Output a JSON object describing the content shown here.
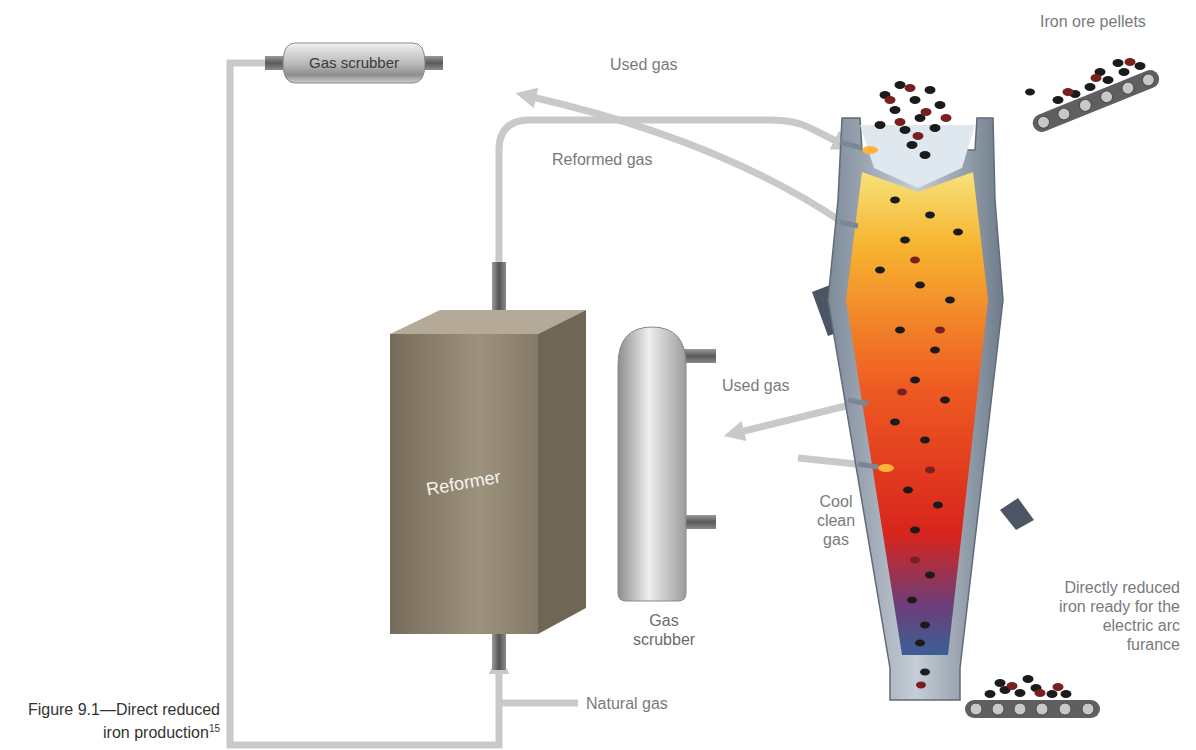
{
  "diagram": {
    "caption": "Figure 9.1—Direct reduced iron production",
    "nodes": [
      {
        "text": [
          "Gas scrubber"
        ]
      },
      {
        "text": [
          "Reformer"
        ]
      },
      {
        "text": [
          "Gas scrubber"
        ]
      }
    ],
    "edges": [
      {
        "from": 0,
        "to": 1,
        "arrow": "to"
      }
    ],
    "labels": [
      "Iron ore pellets",
      "Used gas",
      "Reformed gas",
      "Used gas",
      "Cool clean gas",
      "Directly reduced iron ready for the electric arc furance",
      "Natural gas",
      "15"
    ]
  }
}
